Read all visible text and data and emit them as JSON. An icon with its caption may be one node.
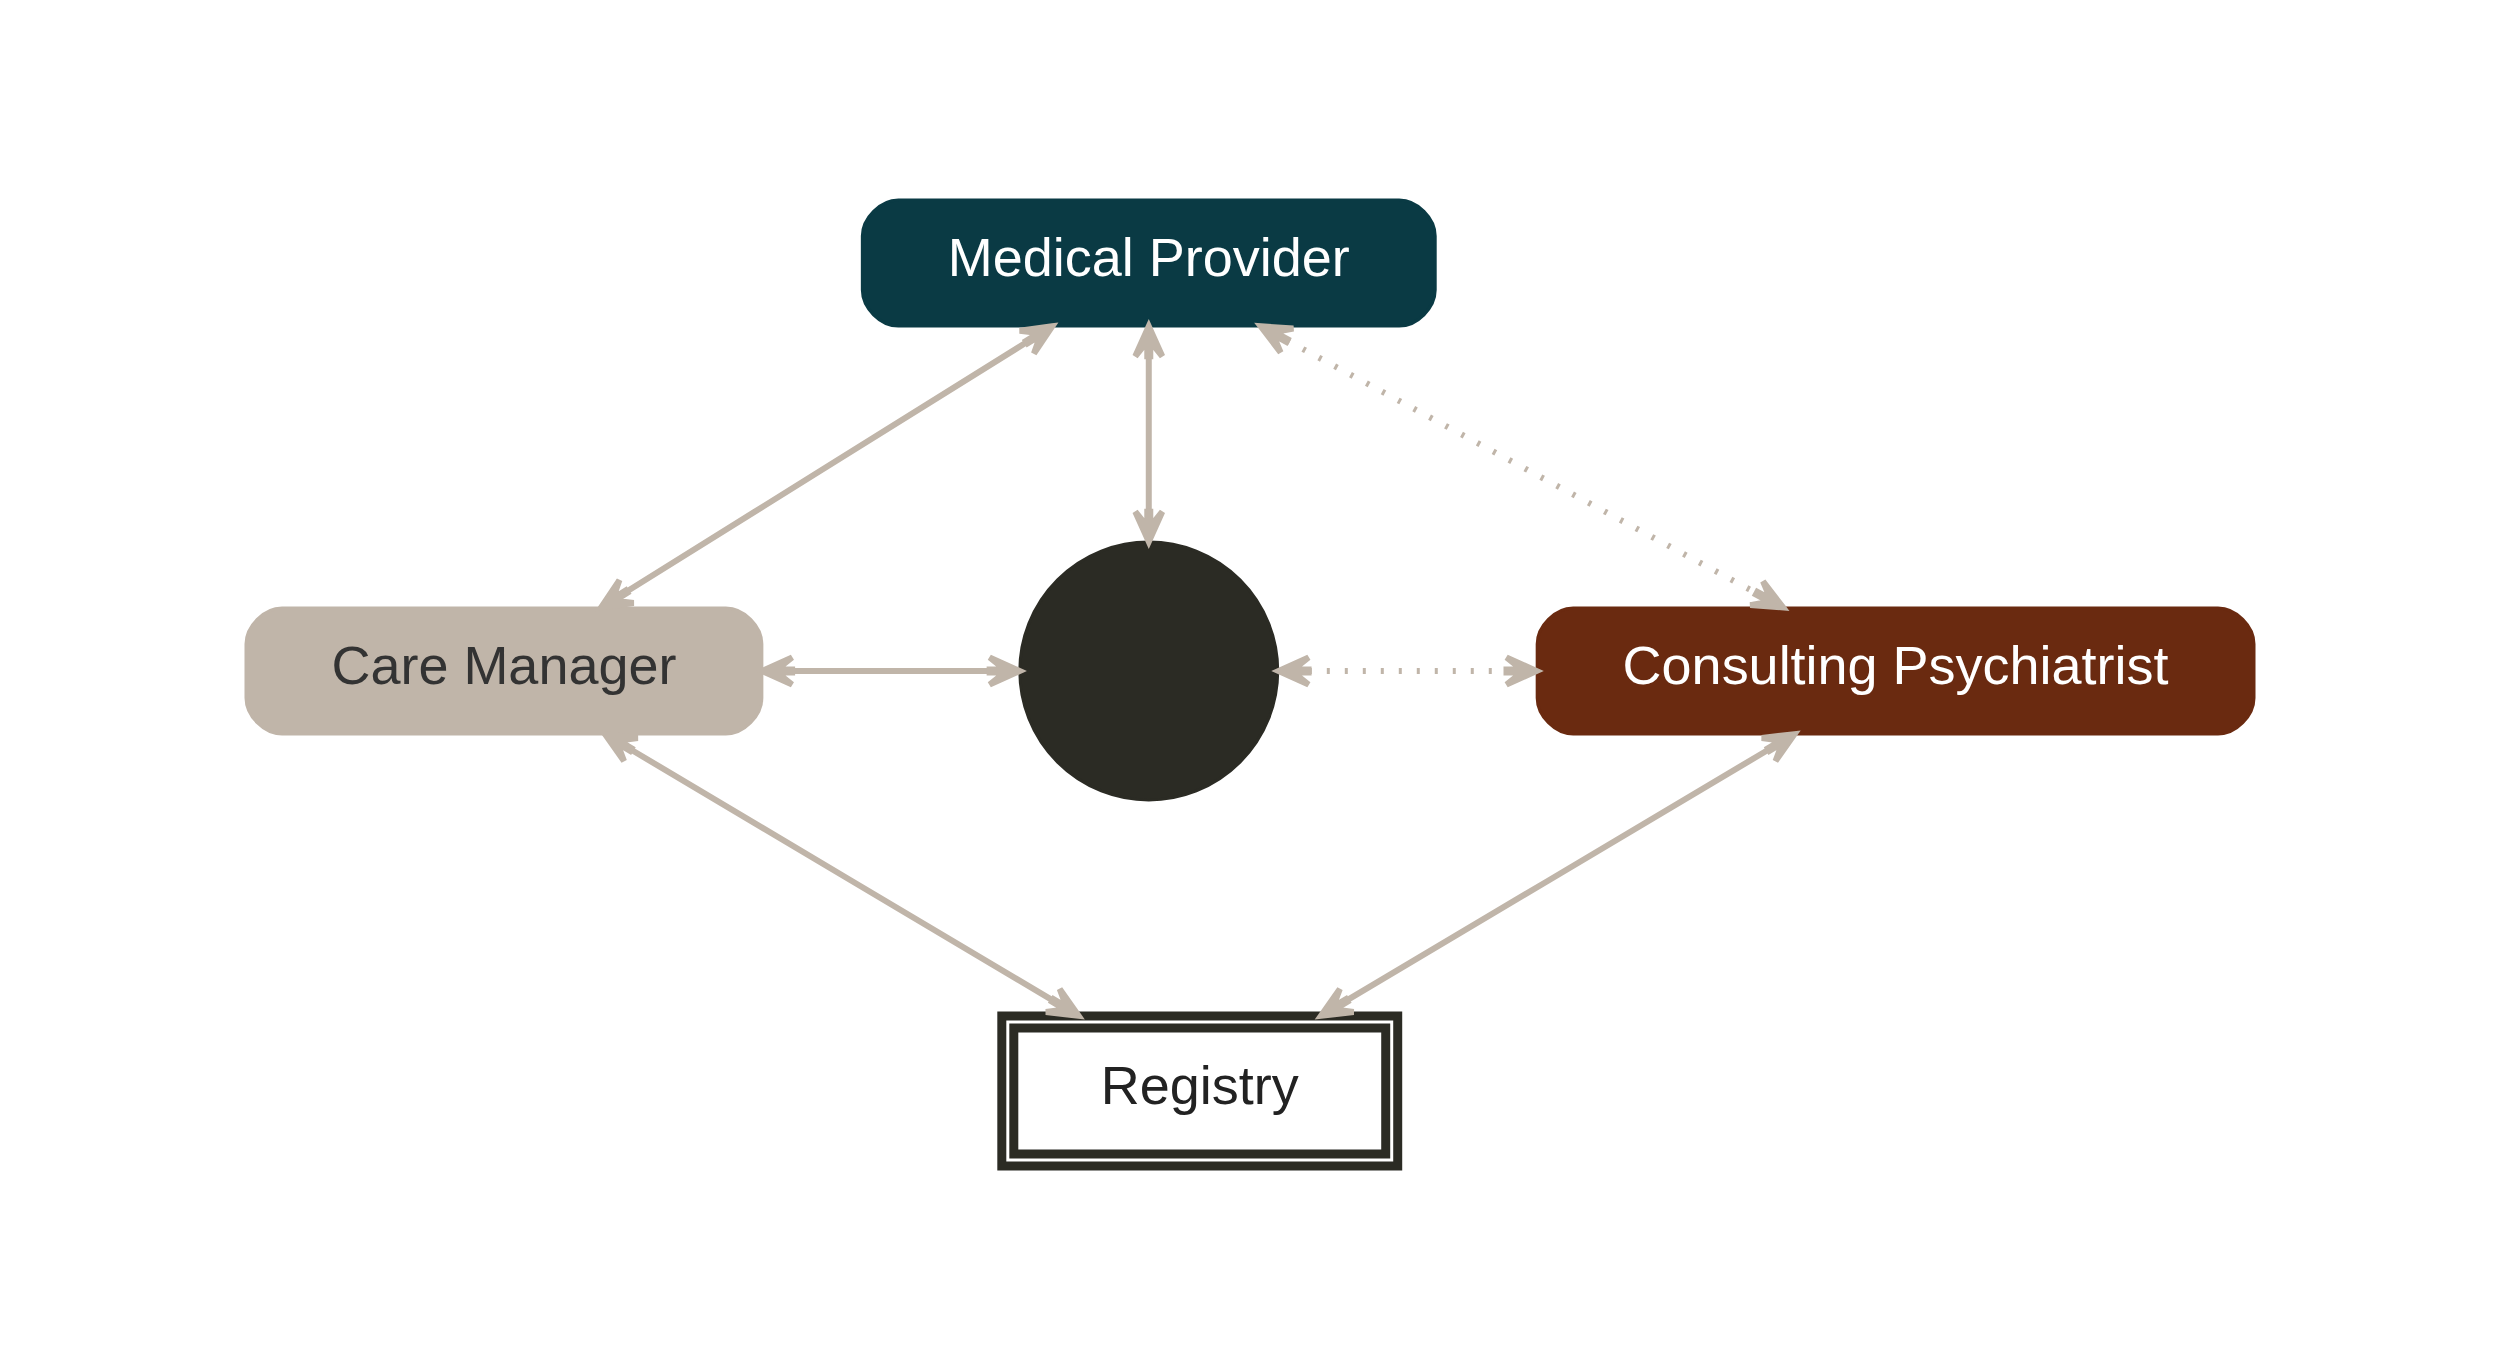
{
  "diagram": {
    "nodes": [
      {
        "text": [
          "Medical Provider"
        ]
      },
      {
        "text": [
          "Care Manager"
        ]
      },
      {
        "text": [],
        "shape": "person"
      },
      {
        "text": [
          "Consulting Psychiatrist"
        ]
      },
      {
        "text": [
          "Registry"
        ]
      }
    ],
    "edges": [
      {
        "from": 0,
        "to": 1,
        "arrow": "both"
      },
      {
        "from": 0,
        "to": 2,
        "arrow": "both"
      },
      {
        "from": 0,
        "to": 3,
        "arrow": "both",
        "style": "dashed"
      },
      {
        "from": 1,
        "to": 2,
        "arrow": "both"
      },
      {
        "from": 2,
        "to": 3,
        "arrow": "both",
        "style": "dashed"
      },
      {
        "from": 1,
        "to": 4,
        "arrow": "both"
      },
      {
        "from": 3,
        "to": 4,
        "arrow": "both"
      }
    ]
  }
}
